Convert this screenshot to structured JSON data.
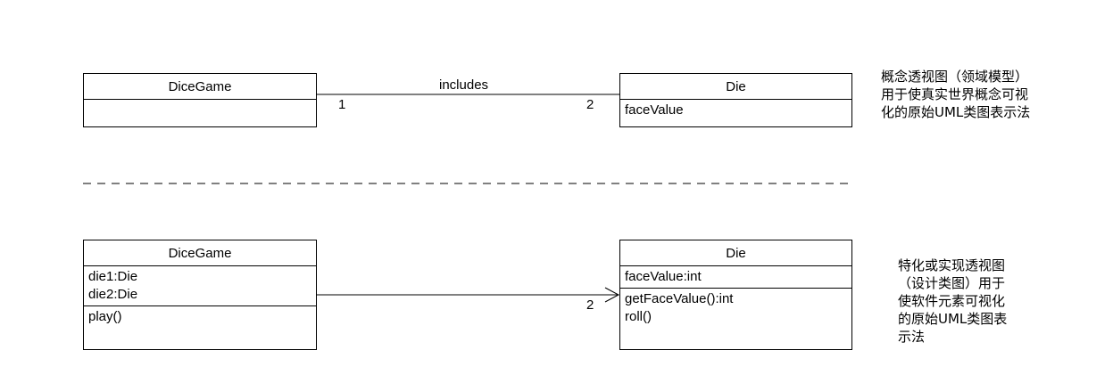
{
  "domain_model": {
    "dicegame": {
      "name": "DiceGame"
    },
    "die": {
      "name": "Die",
      "attribute": "faceValue"
    },
    "association": {
      "label": "includes",
      "left_mult": "1",
      "right_mult": "2"
    },
    "note": [
      "概念透视图（领域模型）",
      "用于使真实世界概念可视",
      "化的原始UML类图表示法"
    ]
  },
  "design_model": {
    "dicegame": {
      "name": "DiceGame",
      "attributes": [
        "die1:Die",
        "die2:Die"
      ],
      "operations": [
        "play()"
      ]
    },
    "die": {
      "name": "Die",
      "attributes": [
        "faceValue:int"
      ],
      "operations": [
        "getFaceValue():int",
        "roll()"
      ]
    },
    "association": {
      "right_mult": "2"
    },
    "note": [
      "特化或实现透视图",
      "（设计类图）用于",
      "使软件元素可视化",
      "的原始UML类图表",
      "示法"
    ]
  }
}
